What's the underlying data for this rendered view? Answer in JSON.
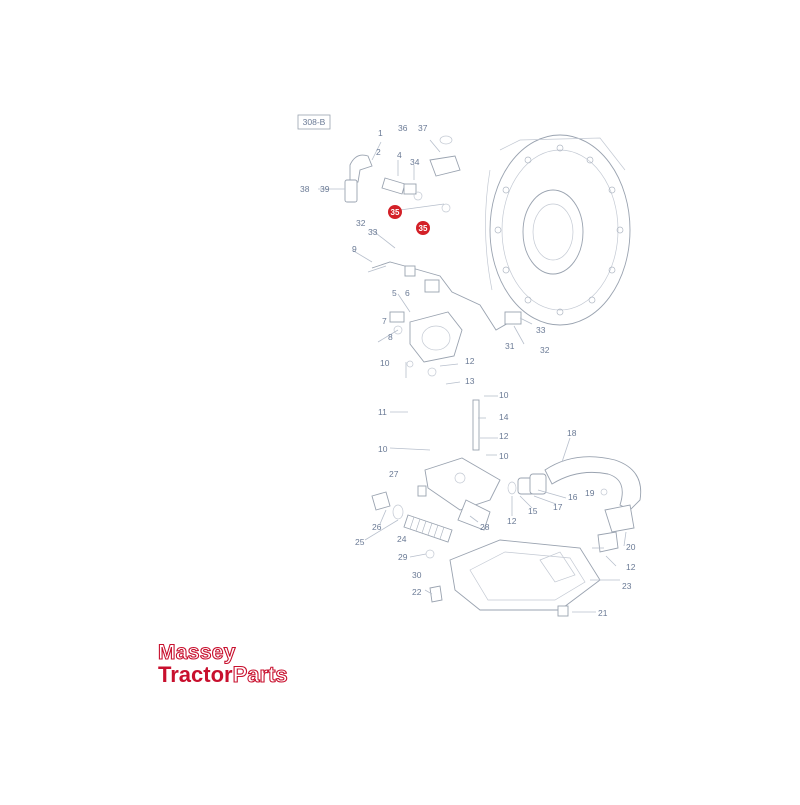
{
  "diagram": {
    "ref_code": "308-B",
    "callouts": {
      "p1": "1",
      "p2": "2",
      "p4": "4",
      "p36": "36",
      "p37": "37",
      "p34": "34",
      "p38": "38",
      "p39": "39",
      "p35a": "35",
      "p35b": "35",
      "p32a": "32",
      "p33a": "33",
      "p9": "9",
      "p5": "5",
      "p6": "6",
      "p7": "7",
      "p8": "8",
      "p33b": "33",
      "p31": "31",
      "p32b": "32",
      "p10a": "10",
      "p12a": "12",
      "p13": "13",
      "p10b": "10",
      "p11": "11",
      "p14": "14",
      "p10c": "10",
      "p12b": "12",
      "p10d": "10",
      "p18": "18",
      "p27": "27",
      "p16": "16",
      "p19": "19",
      "p15": "15",
      "p17": "17",
      "p12c": "12",
      "p26": "26",
      "p28": "28",
      "p24": "24",
      "p25": "25",
      "p20": "20",
      "p29": "29",
      "p12d": "12",
      "p30": "30",
      "p23": "23",
      "p22": "22",
      "p21": "21"
    },
    "highlight_color": "#d32027"
  },
  "logo": {
    "line1": "Massey",
    "line2_a": "Tractor",
    "line2_b": "Parts",
    "brand_color": "#c8102e"
  }
}
